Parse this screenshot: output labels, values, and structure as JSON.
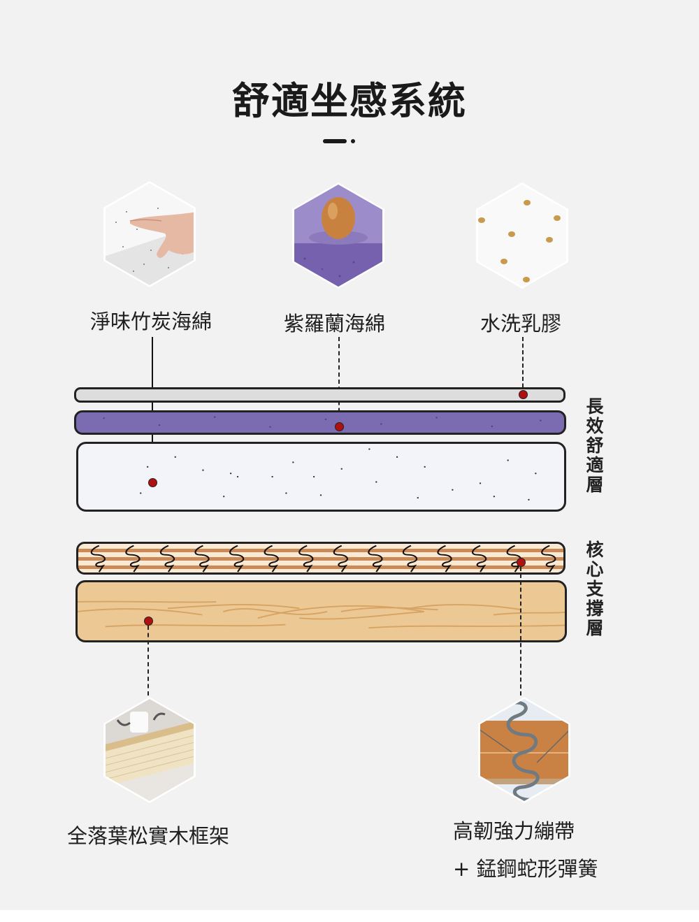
{
  "title": "舒適坐感系統",
  "top_materials": [
    {
      "id": "bamboo-charcoal-foam",
      "label": "淨味竹炭海綿",
      "image": "hand-pressing-white-foam"
    },
    {
      "id": "lavender-foam",
      "label": "紫羅蘭海綿",
      "image": "egg-on-purple-foam"
    },
    {
      "id": "washed-latex",
      "label": "水洗乳膠",
      "image": "white-latex-with-holes"
    }
  ],
  "bottom_materials": [
    {
      "id": "pine-wood-frame",
      "label": "全落葉松實木框架",
      "image": "pine-wood-frame-corner"
    },
    {
      "id": "webbing-springs",
      "label_line1": "高韌強力繃帶",
      "label_line2": "+ 錳鋼蛇形彈簧",
      "image": "serpentine-spring-on-webbing"
    }
  ],
  "groups": [
    {
      "label": "長效舒適層",
      "layers": [
        "washed-latex",
        "lavender-foam",
        "bamboo-charcoal-foam"
      ]
    },
    {
      "label": "核心支撐層",
      "layers": [
        "webbing-springs",
        "pine-wood-frame"
      ]
    }
  ],
  "colors": {
    "background": "#f2f2f2",
    "pin": "#b01010",
    "latex_layer": "#dedddd",
    "lavender_layer": "#7b6bb0",
    "foam_layer": "#f3f3fa",
    "spring_stripe_light": "#fbe9d4",
    "spring_stripe_dark": "#c98a57",
    "wood_layer": "#ecc894"
  }
}
